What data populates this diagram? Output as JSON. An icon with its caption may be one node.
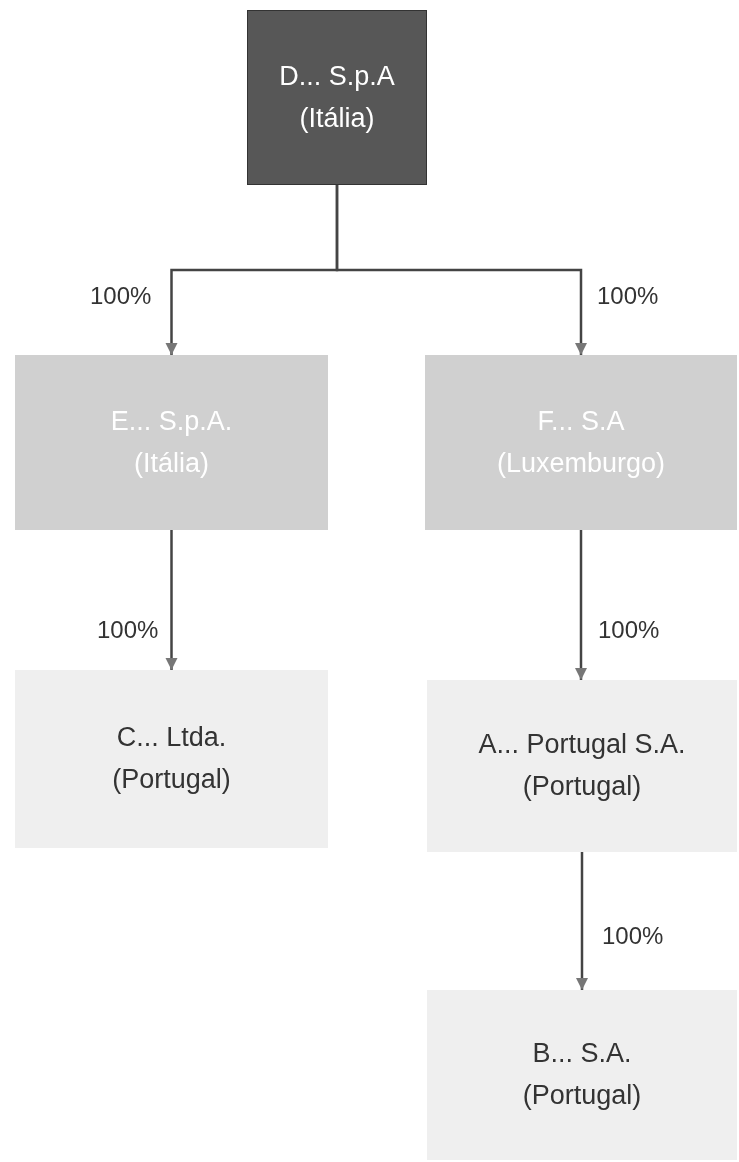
{
  "diagram": {
    "nodes": [
      {
        "text": [
          "D... S.p.A",
          "(Itália)"
        ]
      },
      {
        "text": [
          "E... S.p.A.",
          "(Itália)"
        ]
      },
      {
        "text": [
          "F... S.A",
          "(Luxemburgo)"
        ]
      },
      {
        "text": [
          "C... Ltda.",
          "(Portugal)"
        ]
      },
      {
        "text": [
          "A... Portugal S.A.",
          "(Portugal)"
        ]
      },
      {
        "text": [
          "B... S.A.",
          "(Portugal)"
        ]
      }
    ],
    "edges": [
      {
        "from": 0,
        "to": 1,
        "arrow": "to",
        "label": "100%"
      },
      {
        "from": 0,
        "to": 2,
        "arrow": "to",
        "label": "100%"
      },
      {
        "from": 1,
        "to": 3,
        "arrow": "to",
        "label": "100%"
      },
      {
        "from": 2,
        "to": 4,
        "arrow": "to",
        "label": "100%"
      },
      {
        "from": 4,
        "to": 5,
        "arrow": "to",
        "label": "100%"
      }
    ]
  }
}
